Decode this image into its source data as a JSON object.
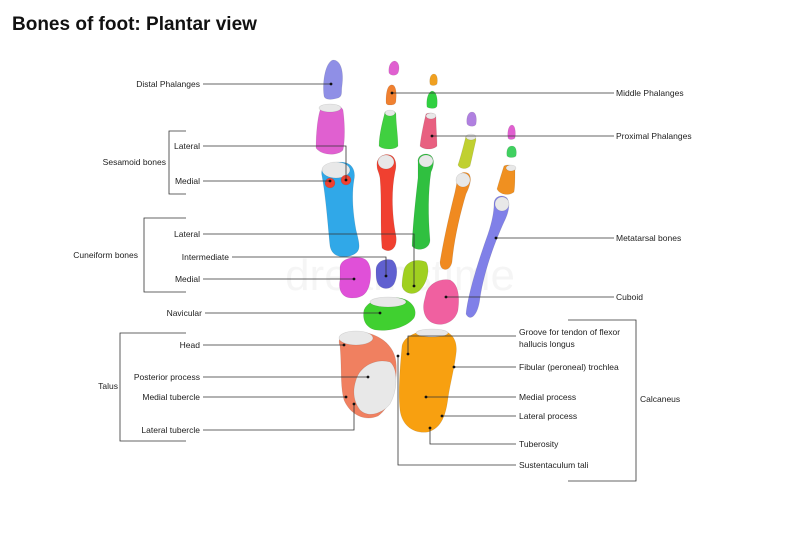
{
  "title": "Bones of foot: Plantar view",
  "watermark": "dreamstime",
  "labels": {
    "distal_phalanges": "Distal Phalanges",
    "middle_phalanges": "Middle Phalanges",
    "proximal_phalanges": "Proximal Phalanges",
    "sesamoid_bones": "Sesamoid bones",
    "sesamoid_lateral": "Lateral",
    "sesamoid_medial": "Medial",
    "cuneiform_bones": "Cuneiform bones",
    "cuneiform_lateral": "Lateral",
    "cuneiform_intermediate": "Intermediate",
    "cuneiform_medial": "Medial",
    "metatarsal_bones": "Metatarsal bones",
    "cuboid": "Cuboid",
    "navicular": "Navicular",
    "talus": "Talus",
    "talus_head": "Head",
    "talus_posterior_process": "Posterior process",
    "talus_medial_tubercle": "Medial tubercle",
    "talus_lateral_tubercle": "Lateral tubercle",
    "groove_line1": "Groove for tendon of flexor",
    "groove_line2": "hallucis longus",
    "fibular_trochlea": "Fibular (peroneal) trochlea",
    "medial_process": "Medial process",
    "lateral_process": "Lateral process",
    "tuberosity": "Tuberosity",
    "sustentaculum_tali": "Sustentaculum tali",
    "calcaneus": "Calcaneus"
  },
  "colors": {
    "background": "#ffffff",
    "leader_line": "#333333",
    "distal_phalanx_1": "#8f8fe6",
    "distal_phalanx_2": "#e060d0",
    "distal_phalanx_3": "#f0a020",
    "distal_phalanx_5": "#e060d0",
    "middle_phalanx_2": "#f08030",
    "middle_phalanx_3": "#30d040",
    "middle_phalanx_4": "#b080e0",
    "middle_phalanx_5": "#40d060",
    "proximal_phalanx_1": "#e060d0",
    "proximal_phalanx_2": "#40d040",
    "proximal_phalanx_3": "#e86080",
    "proximal_phalanx_4": "#c0d030",
    "proximal_phalanx_5": "#f09020",
    "metatarsal_1": "#30a8e8",
    "metatarsal_2": "#f04030",
    "metatarsal_3": "#30c040",
    "metatarsal_4": "#f08a20",
    "metatarsal_5": "#8080e8",
    "cuneiform_medial": "#e050d8",
    "cuneiform_intermediate": "#6060d0",
    "cuneiform_lateral": "#a0d020",
    "cuboid": "#f060a0",
    "navicular": "#40d030",
    "talus": "#f08060",
    "calcaneus": "#f8a010",
    "cartilage": "#e8e8e8"
  }
}
